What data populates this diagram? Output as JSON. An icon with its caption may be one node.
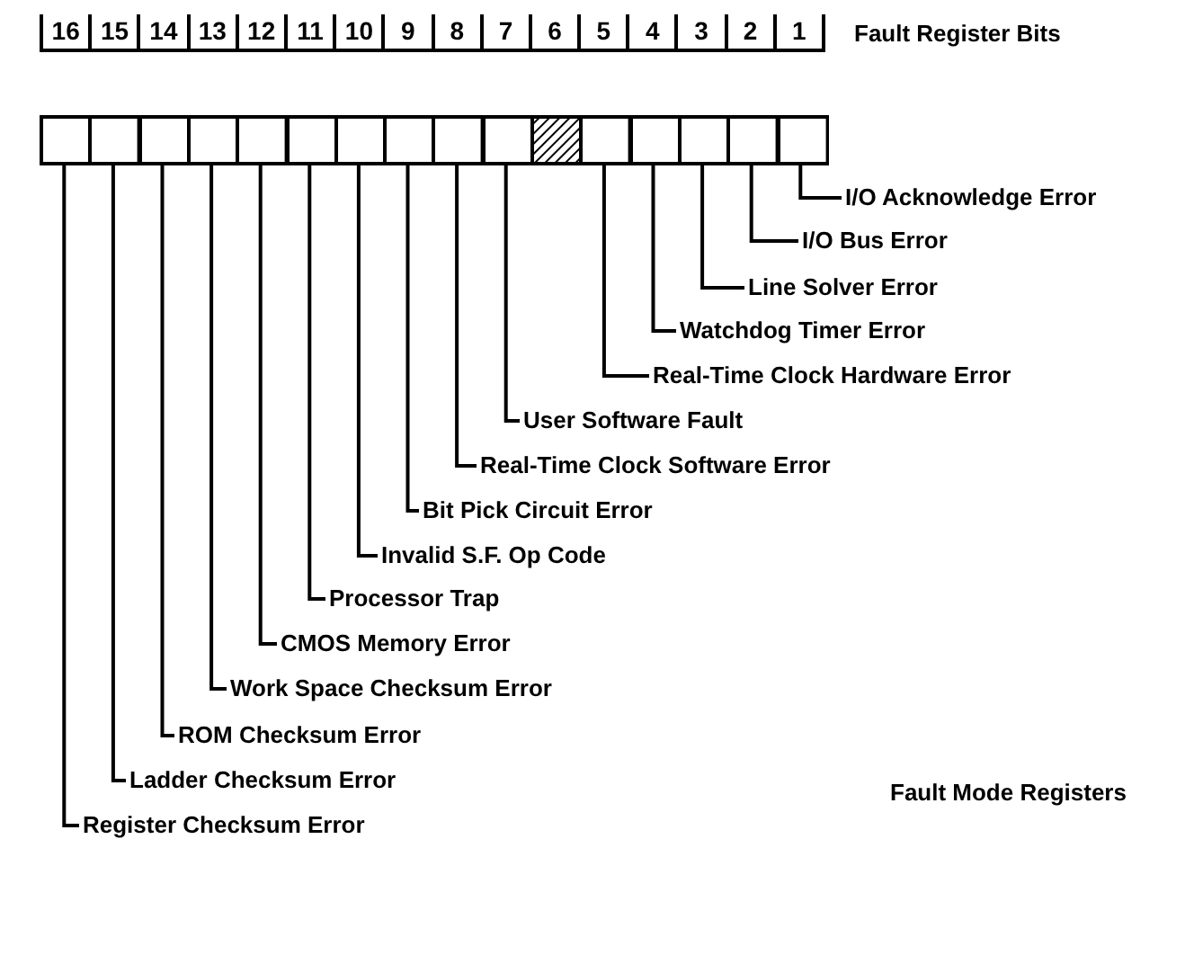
{
  "diagram": {
    "nodes": [
      {
        "text": [],
        "shape": "box"
      },
      {
        "text": [],
        "shape": "box"
      },
      {
        "text": [],
        "shape": "box"
      },
      {
        "text": [],
        "shape": "box"
      },
      {
        "text": [],
        "shape": "box"
      },
      {
        "text": [],
        "shape": "box"
      },
      {
        "text": [],
        "shape": "box"
      },
      {
        "text": [],
        "shape": "box"
      },
      {
        "text": [],
        "shape": "box"
      },
      {
        "text": [],
        "shape": "box"
      },
      {
        "text": [],
        "shape": "box"
      },
      {
        "text": [],
        "shape": "box"
      },
      {
        "text": [],
        "shape": "box"
      },
      {
        "text": [],
        "shape": "box"
      },
      {
        "text": [],
        "shape": "box"
      },
      {
        "text": [],
        "shape": "box"
      },
      {
        "text": [
          "I/O Acknowledge Error"
        ]
      },
      {
        "text": [
          "I/O Bus Error"
        ]
      },
      {
        "text": [
          "Line Solver Error"
        ]
      },
      {
        "text": [
          "Watchdog Timer Error"
        ]
      },
      {
        "text": [
          "Real-Time Clock Hardware Error"
        ]
      },
      {
        "text": [
          "User Software Fault"
        ]
      },
      {
        "text": [
          "Real-Time Clock Software Error"
        ]
      },
      {
        "text": [
          "Bit Pick Circuit Error"
        ]
      },
      {
        "text": [
          "Invalid S.F. Op Code"
        ]
      },
      {
        "text": [
          "Processor Trap"
        ]
      },
      {
        "text": [
          "CMOS Memory Error"
        ]
      },
      {
        "text": [
          "Work Space Checksum Error"
        ]
      },
      {
        "text": [
          "ROM Checksum Error"
        ]
      },
      {
        "text": [
          "Ladder Checksum Error"
        ]
      },
      {
        "text": [
          "Register Checksum Error"
        ]
      }
    ],
    "edges": [
      {
        "from": 16,
        "to": 15,
        "arrow": "none"
      },
      {
        "from": 17,
        "to": 14,
        "arrow": "none"
      },
      {
        "from": 18,
        "to": 13,
        "arrow": "none"
      },
      {
        "from": 19,
        "to": 12,
        "arrow": "none"
      },
      {
        "from": 20,
        "to": 11,
        "arrow": "none"
      },
      {
        "from": 21,
        "to": 9,
        "arrow": "none"
      },
      {
        "from": 22,
        "to": 8,
        "arrow": "none"
      },
      {
        "from": 23,
        "to": 7,
        "arrow": "none"
      },
      {
        "from": 24,
        "to": 6,
        "arrow": "none"
      },
      {
        "from": 25,
        "to": 5,
        "arrow": "none"
      },
      {
        "from": 26,
        "to": 4,
        "arrow": "none"
      },
      {
        "from": 27,
        "to": 3,
        "arrow": "none"
      },
      {
        "from": 28,
        "to": 2,
        "arrow": "none"
      },
      {
        "from": 29,
        "to": 1,
        "arrow": "none"
      },
      {
        "from": 30,
        "to": 0,
        "arrow": "none"
      }
    ],
    "labels": [
      "16",
      "15",
      "14",
      "13",
      "12",
      "11",
      "10",
      "9",
      "8",
      "7",
      "6",
      "5",
      "4",
      "3",
      "2",
      "1",
      "Fault Register Bits",
      "Fault Mode Registers"
    ]
  }
}
